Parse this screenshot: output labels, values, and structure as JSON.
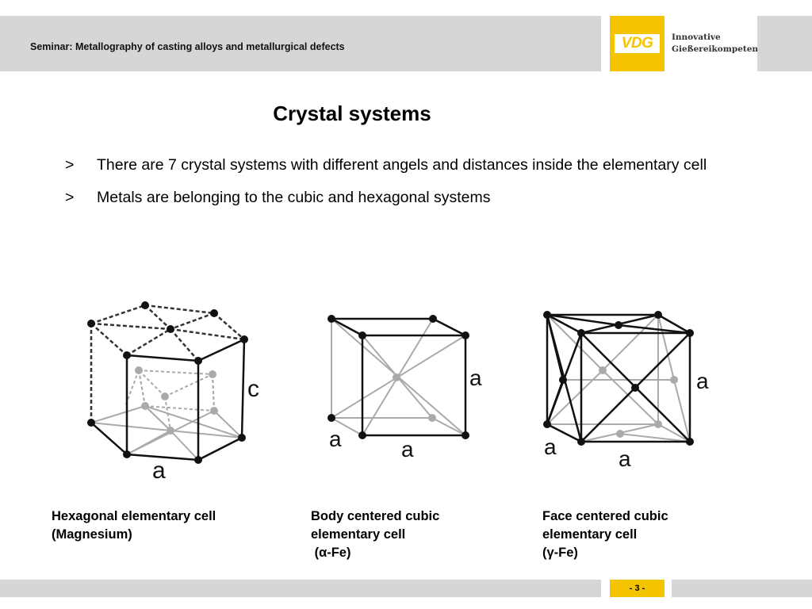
{
  "header": {
    "seminar_title": "Seminar: Metallography of casting alloys and metallurgical defects",
    "logo_mark": "VDG",
    "logo_line1": "Innovative",
    "logo_line2": "Gießereikompetenz"
  },
  "title": "Crystal systems",
  "bullets": [
    {
      "marker": ">",
      "text": "There are 7 crystal systems with different angels and distances inside the elementary cell"
    },
    {
      "marker": ">",
      "text": "Metals are belonging to the cubic and hexagonal systems"
    }
  ],
  "figures": {
    "hexagonal": {
      "label_c": "c",
      "label_a": "a",
      "caption": "Hexagonal elementary cell\n(Magnesium)"
    },
    "bcc": {
      "label_right": "a",
      "label_left": "a",
      "label_bottom": "a",
      "caption": "Body centered cubic\nelementary cell\n (α-Fe)"
    },
    "fcc": {
      "label_right": "a",
      "label_left": "a",
      "label_bottom": "a",
      "caption": "Face centered cubic\nelementary cell\n(γ-Fe)"
    }
  },
  "footer": {
    "page": "- 3 -"
  },
  "colors": {
    "accent_yellow": "#f5c400",
    "band_gray": "#d6d6d6"
  }
}
